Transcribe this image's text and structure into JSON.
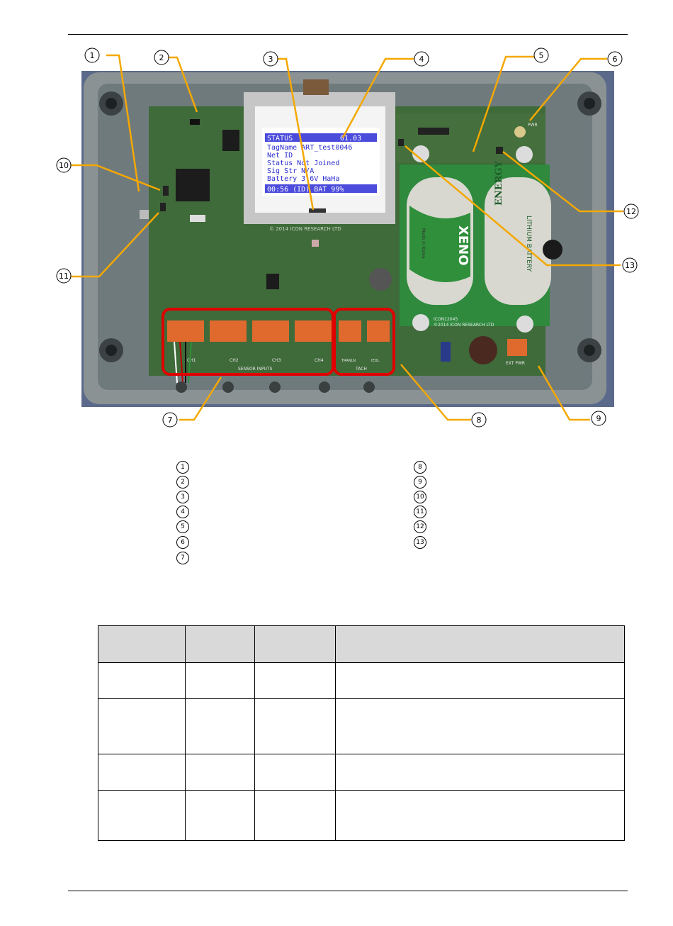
{
  "photo": {
    "display": {
      "header_left": "STATUS",
      "header_right": "01.03",
      "lines": [
        "TagName ART_test0046",
        "Net ID",
        "Status  Not Joined",
        "Sig Str N/A",
        "Battery 3.6V   HaHa"
      ],
      "footer": "00:56  (ID)  BAT 99%"
    },
    "board_silk_left": "© 2014  ICON RESEARCH LTD",
    "board_silk_right_1": "ICON12045",
    "board_silk_right_2": "©2014 ICON RESEARCH LTD",
    "battery_1_brand": "XENO",
    "battery_1_small": "Made in Korea",
    "battery_2_brand": "ENERGY",
    "battery_2_text": "LITHIUM BATTERY",
    "terminal_labels": [
      "CH1",
      "CH2",
      "CH3",
      "CH4"
    ],
    "sensor_inputs_label": "SENSOR INPUTS",
    "tach_labels": [
      "TRANLN",
      "IEOL"
    ],
    "tach_label": "TACH",
    "ext_pwr_label": "EXT PWR",
    "pwr_label": "PWR"
  },
  "callouts": [
    "1",
    "2",
    "3",
    "4",
    "5",
    "6",
    "7",
    "8",
    "9",
    "10",
    "11",
    "12",
    "13"
  ],
  "legend_left": [
    "1",
    "2",
    "3",
    "4",
    "5",
    "6",
    "7"
  ],
  "legend_right": [
    "8",
    "9",
    "10",
    "11",
    "12",
    "13"
  ],
  "colors": {
    "callout_line": "#f4a800",
    "highlight": "#e00000",
    "enclosure": "#8a9294",
    "pcb": "#3f6a3a",
    "battery": "#d8d8d0",
    "battery_green": "#2f8f3a",
    "terminal": "#e06a2e",
    "lcd": "#ffffff",
    "lcd_text": "#2b2bd0"
  }
}
